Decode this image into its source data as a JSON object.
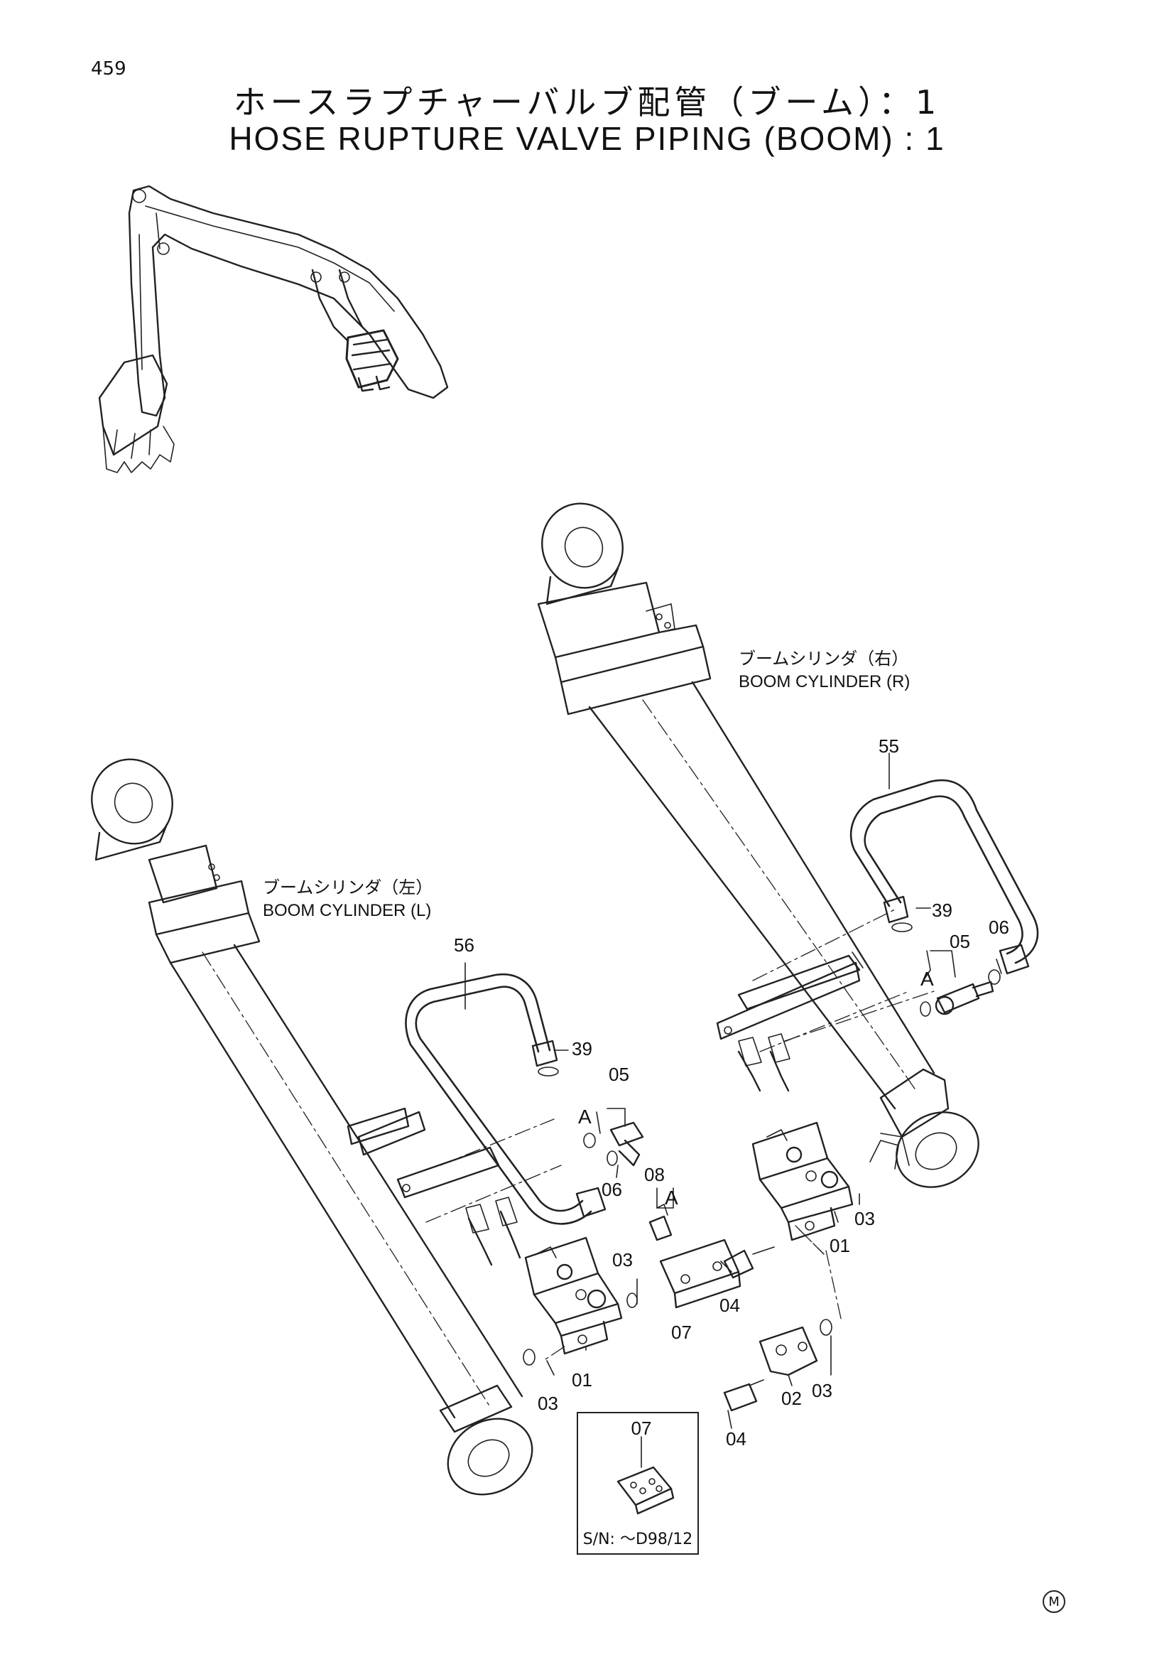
{
  "page_number": "459",
  "title_jp": "ホースラプチャーバルブ配管（ブーム）：1",
  "title_en": "HOSE RUPTURE VALVE PIPING (BOOM) : 1",
  "cylinder_right": {
    "label_jp": "ブームシリンダ（右）",
    "label_en": "BOOM CYLINDER (R)"
  },
  "cylinder_left": {
    "label_jp": "ブームシリンダ（左）",
    "label_en": "BOOM CYLINDER (L)"
  },
  "callouts": {
    "c55": "55",
    "c39_r": "39",
    "c05_r": "05",
    "c06_r": "06",
    "a_r": "A",
    "c56": "56",
    "c39_l": "39",
    "c05_l": "05",
    "a_l1": "A",
    "c06_l": "06",
    "c08": "08",
    "a_l2": "A",
    "c03_mid": "03",
    "c04_mid": "04",
    "c07": "07",
    "c01_l": "01",
    "c03_l": "03",
    "c01_r": "01",
    "c03_r1": "03",
    "c04_bot": "04",
    "c02": "02",
    "c03_r2": "03"
  },
  "inset": {
    "part": "07",
    "serial": "S/N: ～D98/12"
  },
  "corner_mark": "M"
}
